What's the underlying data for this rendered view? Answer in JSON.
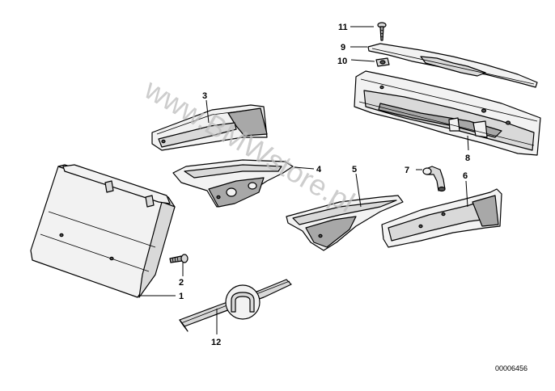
{
  "diagram": {
    "watermark": "www.BMWstore.pl",
    "image_code": "00006456",
    "callouts": [
      {
        "id": "c1",
        "label": "1"
      },
      {
        "id": "c2",
        "label": "2"
      },
      {
        "id": "c3",
        "label": "3"
      },
      {
        "id": "c4",
        "label": "4"
      },
      {
        "id": "c5",
        "label": "5"
      },
      {
        "id": "c6",
        "label": "6"
      },
      {
        "id": "c7",
        "label": "7"
      },
      {
        "id": "c8",
        "label": "8"
      },
      {
        "id": "c9",
        "label": "9"
      },
      {
        "id": "c10",
        "label": "10"
      },
      {
        "id": "c11",
        "label": "11"
      },
      {
        "id": "c12",
        "label": "12"
      }
    ]
  }
}
